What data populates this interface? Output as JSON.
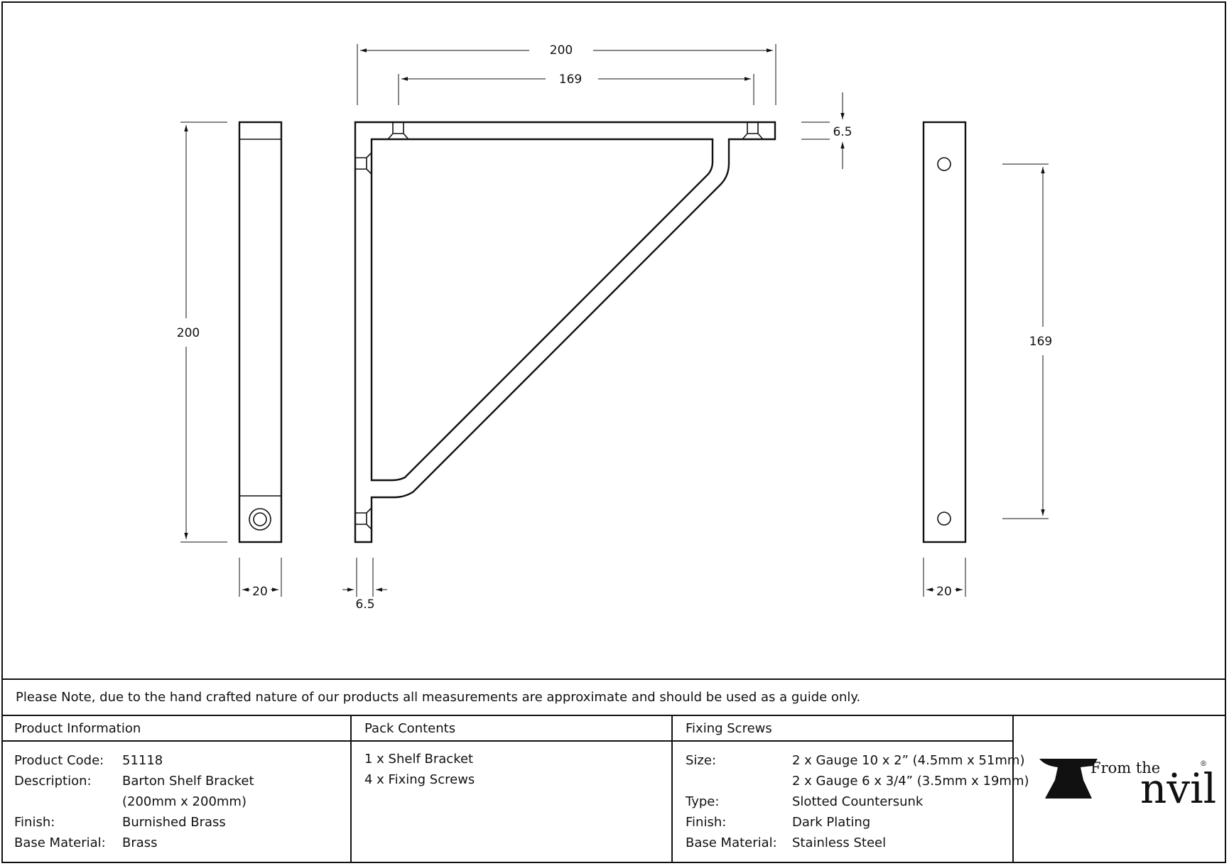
{
  "dimensions": {
    "top_overall": "200",
    "top_holes": "169",
    "flange_thickness_right": "6.5",
    "left_height": "200",
    "left_width": "20",
    "flange_thickness_bottom": "6.5",
    "right_holes": "169",
    "right_width": "20"
  },
  "note": "Please Note, due to the hand crafted nature of our products all measurements are approximate and should be used as a guide only.",
  "product_info": {
    "heading": "Product Information",
    "rows": [
      {
        "label": "Product Code:",
        "value": "51118"
      },
      {
        "label": "Description:",
        "value": "Barton Shelf Bracket"
      },
      {
        "label": "",
        "value": "(200mm x 200mm)"
      },
      {
        "label": "Finish:",
        "value": "Burnished Brass"
      },
      {
        "label": "Base Material:",
        "value": "Brass"
      }
    ]
  },
  "pack_contents": {
    "heading": "Pack Contents",
    "items": [
      "1 x Shelf Bracket",
      "4 x Fixing Screws"
    ]
  },
  "fixing_screws": {
    "heading": "Fixing Screws",
    "rows": [
      {
        "label": "Size:",
        "value": "2 x Gauge 10 x 2” (4.5mm x 51mm)"
      },
      {
        "label": "",
        "value": "2 x Gauge 6 x 3/4” (3.5mm x 19mm)"
      },
      {
        "label": "Type:",
        "value": "Slotted Countersunk"
      },
      {
        "label": "Finish:",
        "value": "Dark Plating"
      },
      {
        "label": "Base Material:",
        "value": "Stainless Steel"
      }
    ]
  },
  "logo": {
    "small_text": "From the",
    "big_letter": "A",
    "rest": "nvil",
    "mark": "®"
  }
}
